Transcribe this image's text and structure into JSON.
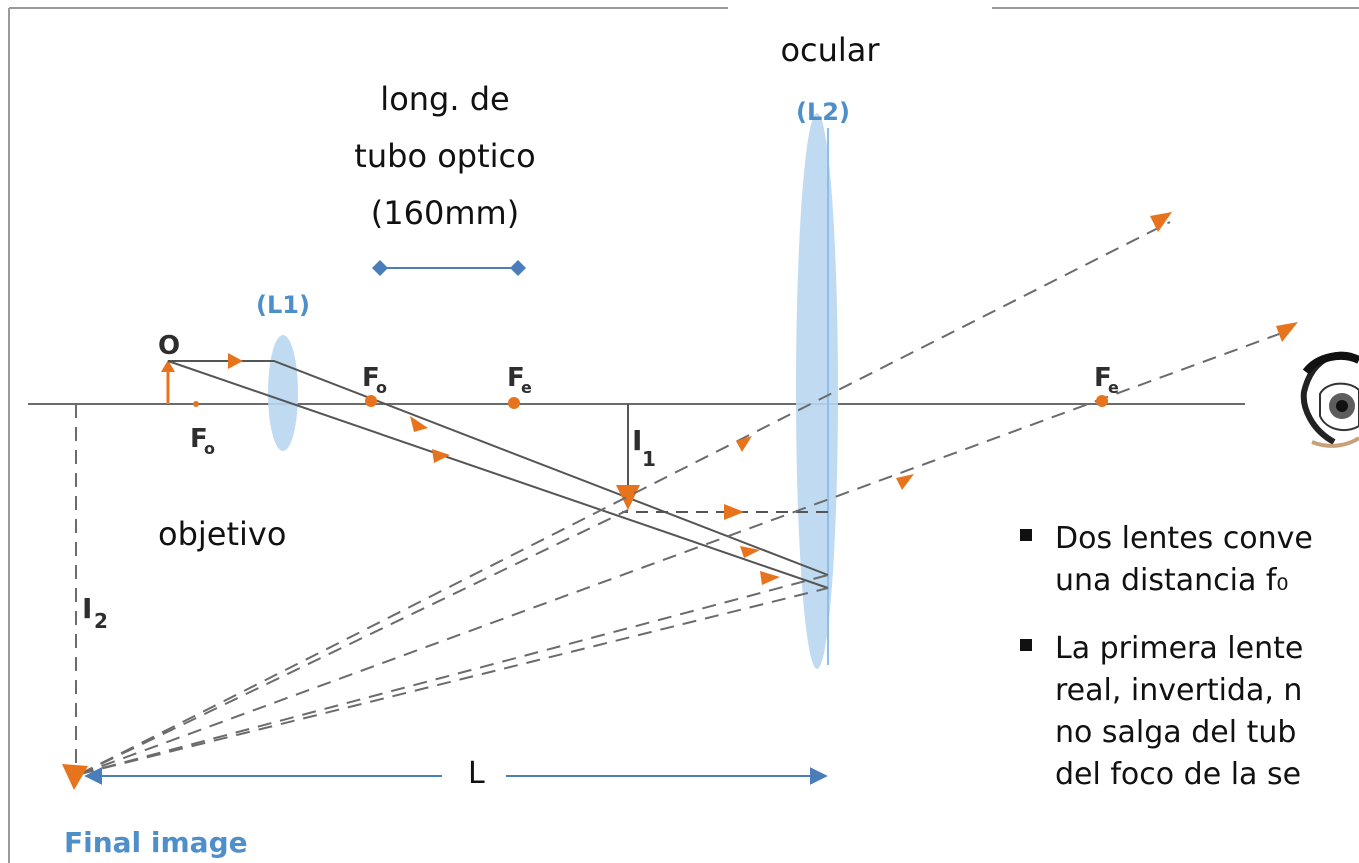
{
  "diagram": {
    "labels": {
      "object": "O",
      "focus_objective": "F",
      "focus_objective_sub": "o",
      "focus_eyepiece": "F",
      "focus_eyepiece_sub": "e",
      "image_1": "I",
      "image_1_sub": "1",
      "image_2": "I",
      "image_2_sub": "2",
      "lens_1": "(L1)",
      "lens_2": "(L2)",
      "final_image": "Final image"
    },
    "annotations": {
      "ocular": "ocular",
      "tube_length_line1": "long. de",
      "tube_length_line2": "tubo optico",
      "tube_length_line3": "(160mm)",
      "objetivo": "objetivo",
      "length_L": "L"
    }
  },
  "bullets": [
    {
      "lines": [
        "Dos lentes conve",
        "una distancia f₀"
      ]
    },
    {
      "lines": [
        "La primera lente",
        "real, invertida, n",
        "no salga del tub",
        "del foco de la se"
      ]
    }
  ],
  "colors": {
    "ray_orange": "#e8731d",
    "lens_blue": "#b9d7ef",
    "label_blue": "#4f8fc9",
    "arrow_blue": "#4a7ebb",
    "axis_gray": "#6b6b6b"
  }
}
